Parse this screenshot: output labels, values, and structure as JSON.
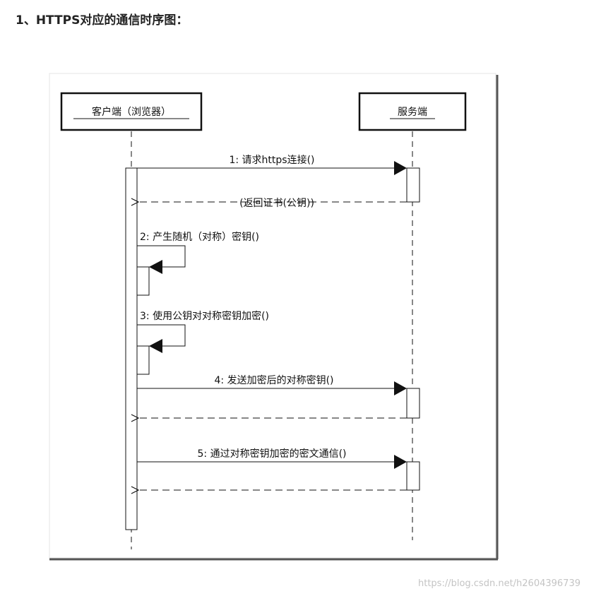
{
  "heading": "1、HTTPS对应的通信时序图：",
  "diagram": {
    "participants": [
      {
        "id": "client",
        "label": "客户端（浏览器）"
      },
      {
        "id": "server",
        "label": "服务端"
      }
    ],
    "messages": [
      {
        "id": "m1",
        "label": "1: 请求https连接()",
        "from": "client",
        "to": "server",
        "type": "sync"
      },
      {
        "id": "r1",
        "label": "(返回证书(公钥))",
        "from": "server",
        "to": "client",
        "type": "return"
      },
      {
        "id": "m2",
        "label": "2: 产生随机（对称）密钥()",
        "from": "client",
        "to": "client",
        "type": "self"
      },
      {
        "id": "m3",
        "label": "3: 使用公钥对对称密钥加密()",
        "from": "client",
        "to": "client",
        "type": "self"
      },
      {
        "id": "m4",
        "label": "4: 发送加密后的对称密钥()",
        "from": "client",
        "to": "server",
        "type": "sync"
      },
      {
        "id": "r4",
        "label": "",
        "from": "server",
        "to": "client",
        "type": "return"
      },
      {
        "id": "m5",
        "label": "5: 通过对称密钥加密的密文通信()",
        "from": "client",
        "to": "server",
        "type": "sync"
      },
      {
        "id": "r5",
        "label": "",
        "from": "server",
        "to": "client",
        "type": "return"
      }
    ]
  },
  "watermark": "https://blog.csdn.net/h2604396739",
  "colors": {
    "line": "#111111",
    "frame_shadow": "#555555",
    "background": "#ffffff"
  }
}
